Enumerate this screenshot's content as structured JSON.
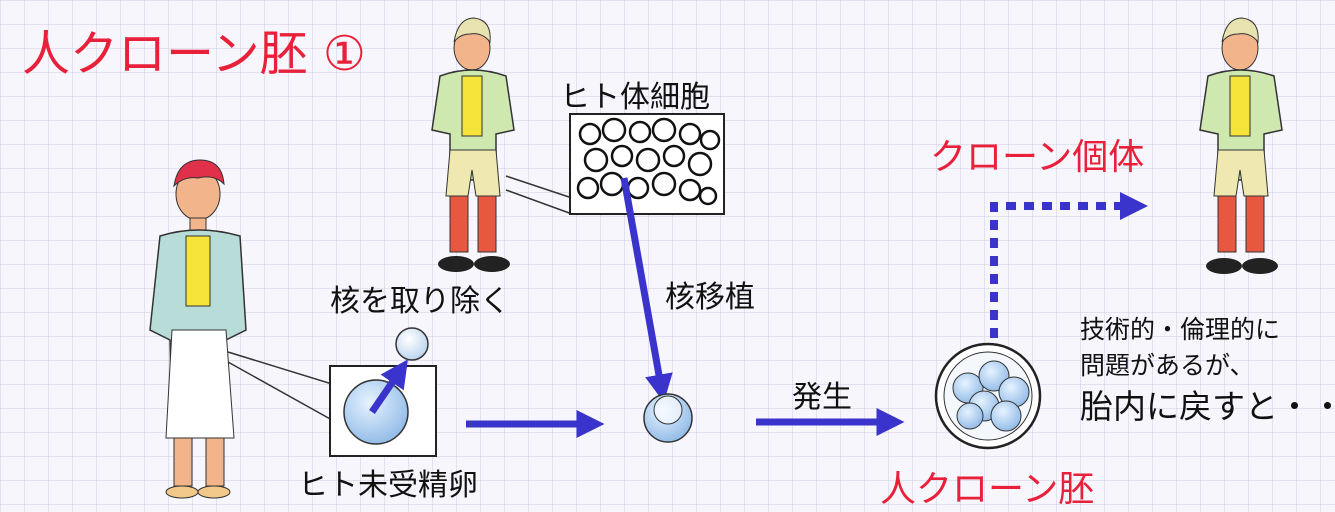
{
  "title": "人クローン胚 ①",
  "labels": {
    "body_cell": "ヒト体細胞",
    "remove_nucleus": "核を取り除く",
    "nuclear_transfer": "核移植",
    "development": "発生",
    "unfertilized_egg": "ヒト未受精卵",
    "clone_individual": "クローン個体",
    "clone_embryo": "人クローン胚"
  },
  "note": [
    "技術的・倫理的に",
    "問題があるが、",
    "胎内に戻すと・・"
  ],
  "colors": {
    "accent_red": "#e8203a",
    "arrow_blue": "#3a34cc"
  }
}
